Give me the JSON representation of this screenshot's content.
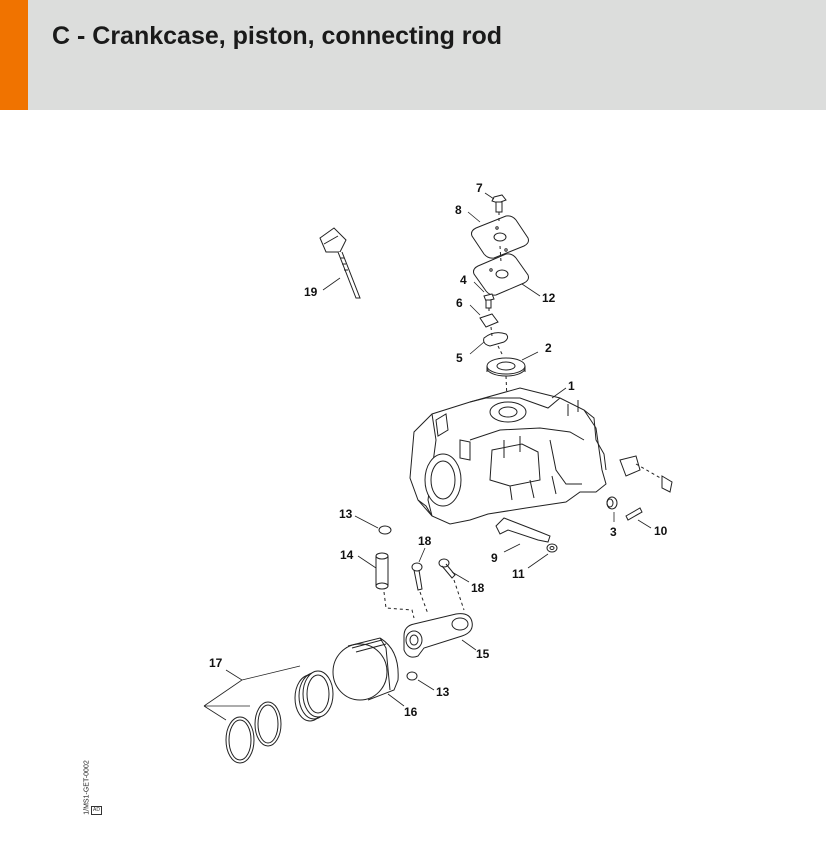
{
  "page": {
    "title": "C - Crankcase, piston, connecting rod",
    "accent_color": "#f07300",
    "header_bg": "#dcdddc"
  },
  "diagram": {
    "callouts": [
      {
        "id": "c7",
        "label": "7"
      },
      {
        "id": "c8",
        "label": "8"
      },
      {
        "id": "c12",
        "label": "12"
      },
      {
        "id": "c4",
        "label": "4"
      },
      {
        "id": "c6",
        "label": "6"
      },
      {
        "id": "c5",
        "label": "5"
      },
      {
        "id": "c2",
        "label": "2"
      },
      {
        "id": "c1",
        "label": "1"
      },
      {
        "id": "c19",
        "label": "19"
      },
      {
        "id": "c3",
        "label": "3"
      },
      {
        "id": "c10",
        "label": "10"
      },
      {
        "id": "c9",
        "label": "9"
      },
      {
        "id": "c11",
        "label": "11"
      },
      {
        "id": "c13a",
        "label": "13"
      },
      {
        "id": "c14",
        "label": "14"
      },
      {
        "id": "c18a",
        "label": "18"
      },
      {
        "id": "c18b",
        "label": "18"
      },
      {
        "id": "c15",
        "label": "15"
      },
      {
        "id": "c13b",
        "label": "13"
      },
      {
        "id": "c17",
        "label": "17"
      },
      {
        "id": "c16",
        "label": "16"
      }
    ],
    "drawing_code": "1/MS1-GET-0002",
    "drawing_code_box": "AD"
  }
}
